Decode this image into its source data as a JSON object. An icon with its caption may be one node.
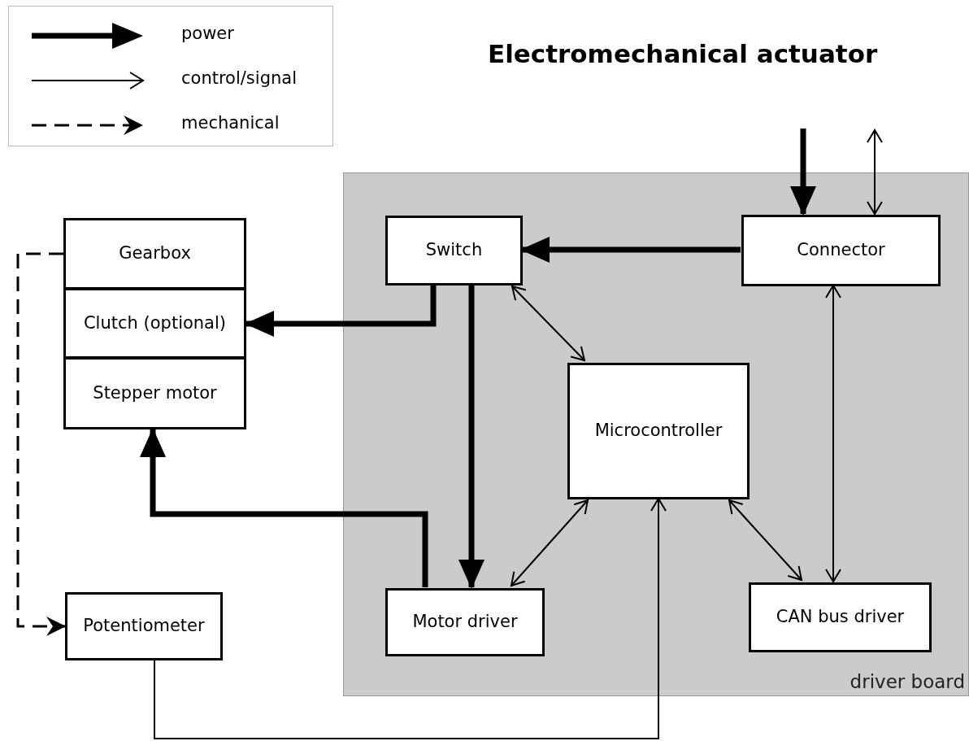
{
  "diagram": {
    "title": "Electromechanical actuator",
    "nodes": [
      {
        "text": [
          "driver board"
        ]
      },
      {
        "text": [
          "Gearbox"
        ]
      },
      {
        "text": [
          "Clutch (optional)"
        ]
      },
      {
        "text": [
          "Stepper motor"
        ]
      },
      {
        "text": [
          "Potentiometer"
        ]
      },
      {
        "text": [
          "Switch"
        ],
        "in": 0
      },
      {
        "text": [
          "Connector"
        ],
        "in": 0
      },
      {
        "text": [
          "Microcontroller"
        ],
        "in": 0
      },
      {
        "text": [
          "Motor driver"
        ],
        "in": 0
      },
      {
        "text": [
          "CAN bus driver"
        ],
        "in": 0
      }
    ],
    "edges": [
      {
        "from": null,
        "to": 6,
        "arrow": "to",
        "style": "thick"
      },
      {
        "from": null,
        "to": 6,
        "arrow": "both"
      },
      {
        "from": 6,
        "to": 5,
        "arrow": "to",
        "style": "thick"
      },
      {
        "from": 5,
        "to": 2,
        "arrow": "to",
        "style": "thick"
      },
      {
        "from": 5,
        "to": 8,
        "arrow": "to",
        "style": "thick"
      },
      {
        "from": 5,
        "to": 7,
        "arrow": "both"
      },
      {
        "from": 7,
        "to": 8,
        "arrow": "both"
      },
      {
        "from": 7,
        "to": 9,
        "arrow": "both"
      },
      {
        "from": 6,
        "to": 9,
        "arrow": "both"
      },
      {
        "from": 8,
        "to": 3,
        "arrow": "to",
        "style": "thick"
      },
      {
        "from": 4,
        "to": 7,
        "arrow": "to"
      },
      {
        "from": 1,
        "to": 4,
        "arrow": "to",
        "style": "dashed"
      }
    ],
    "legend": [
      {
        "text": "power"
      },
      {
        "text": "control/signal"
      },
      {
        "text": "mechanical"
      }
    ]
  }
}
